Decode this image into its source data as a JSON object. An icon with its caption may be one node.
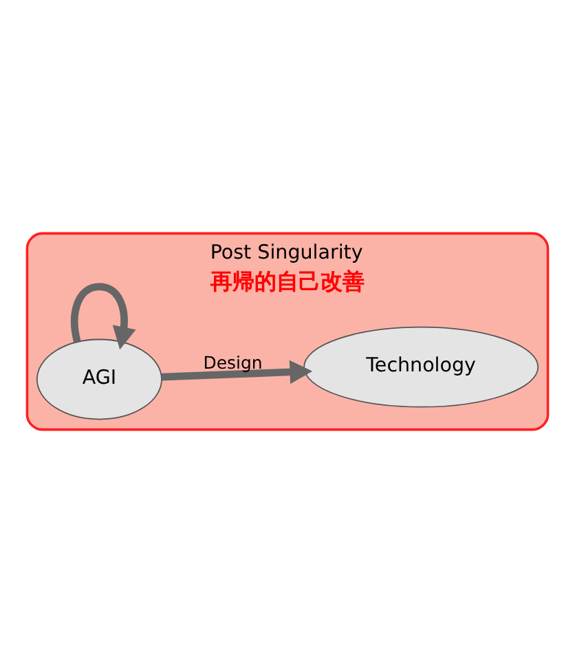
{
  "diagram": {
    "nodes": [
      {
        "text": [
          "Post Singularity",
          "再帰的自己改善"
        ]
      },
      {
        "text": [
          "AGI"
        ],
        "in": 0
      },
      {
        "text": [
          "Technology"
        ],
        "in": 0
      }
    ],
    "edges": [
      {
        "from": 1,
        "to": 2,
        "arrow": "to",
        "label": "Design"
      },
      {
        "from": 1,
        "to": 1,
        "arrow": "to"
      }
    ]
  }
}
